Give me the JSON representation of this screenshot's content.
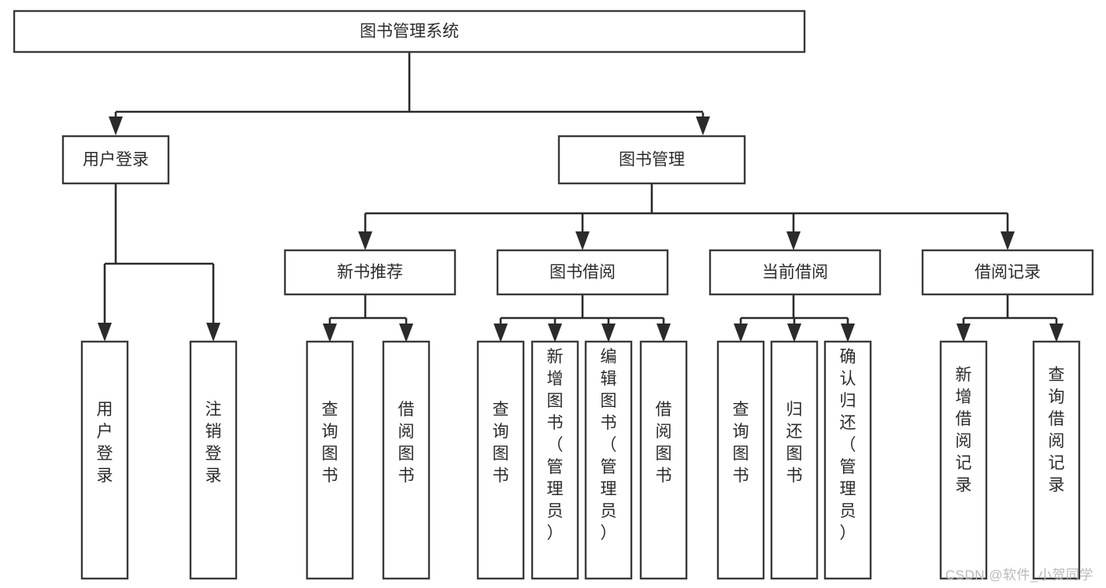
{
  "diagram": {
    "type": "tree",
    "title": "图书管理系统",
    "orientation": "top-down",
    "colors": {
      "background": "#ffffff",
      "box_fill": "#ffffff",
      "box_stroke": "#3a3a3a",
      "connector": "#2b2b2b",
      "text": "#2b2b2b",
      "watermark": "#b9b9b9"
    }
  },
  "nodes": {
    "root": {
      "label": "图书管理系统"
    },
    "level1": [
      {
        "id": "user-login",
        "label": "用户登录"
      },
      {
        "id": "book-manage",
        "label": "图书管理"
      }
    ],
    "level2": [
      {
        "id": "new-book-recommend",
        "label": "新书推荐"
      },
      {
        "id": "book-borrow",
        "label": "图书借阅"
      },
      {
        "id": "current-borrow",
        "label": "当前借阅"
      },
      {
        "id": "borrow-record",
        "label": "借阅记录"
      }
    ],
    "leaves": [
      {
        "id": "leaf-user-login",
        "label": "用户登录",
        "parent": "user-login"
      },
      {
        "id": "leaf-user-logout",
        "label": "注销登录",
        "parent": "user-login"
      },
      {
        "id": "leaf-query-book-1",
        "label": "查询图书",
        "parent": "new-book-recommend"
      },
      {
        "id": "leaf-borrow-book-1",
        "label": "借阅图书",
        "parent": "new-book-recommend"
      },
      {
        "id": "leaf-query-book-2",
        "label": "查询图书",
        "parent": "book-borrow"
      },
      {
        "id": "leaf-add-book",
        "label": "新增图书（管理员）",
        "parent": "book-borrow"
      },
      {
        "id": "leaf-edit-book",
        "label": "编辑图书（管理员）",
        "parent": "book-borrow"
      },
      {
        "id": "leaf-borrow-book-2",
        "label": "借阅图书",
        "parent": "book-borrow"
      },
      {
        "id": "leaf-query-book-3",
        "label": "查询图书",
        "parent": "current-borrow"
      },
      {
        "id": "leaf-return-book",
        "label": "归还图书",
        "parent": "current-borrow"
      },
      {
        "id": "leaf-confirm-return",
        "label": "确认归还（管理员）",
        "parent": "current-borrow"
      },
      {
        "id": "leaf-add-record",
        "label": "新增借阅记录",
        "parent": "borrow-record"
      },
      {
        "id": "leaf-query-record",
        "label": "查询借阅记录",
        "parent": "borrow-record"
      }
    ]
  },
  "watermark": {
    "text": "CSDN @软件_小贺同学"
  }
}
